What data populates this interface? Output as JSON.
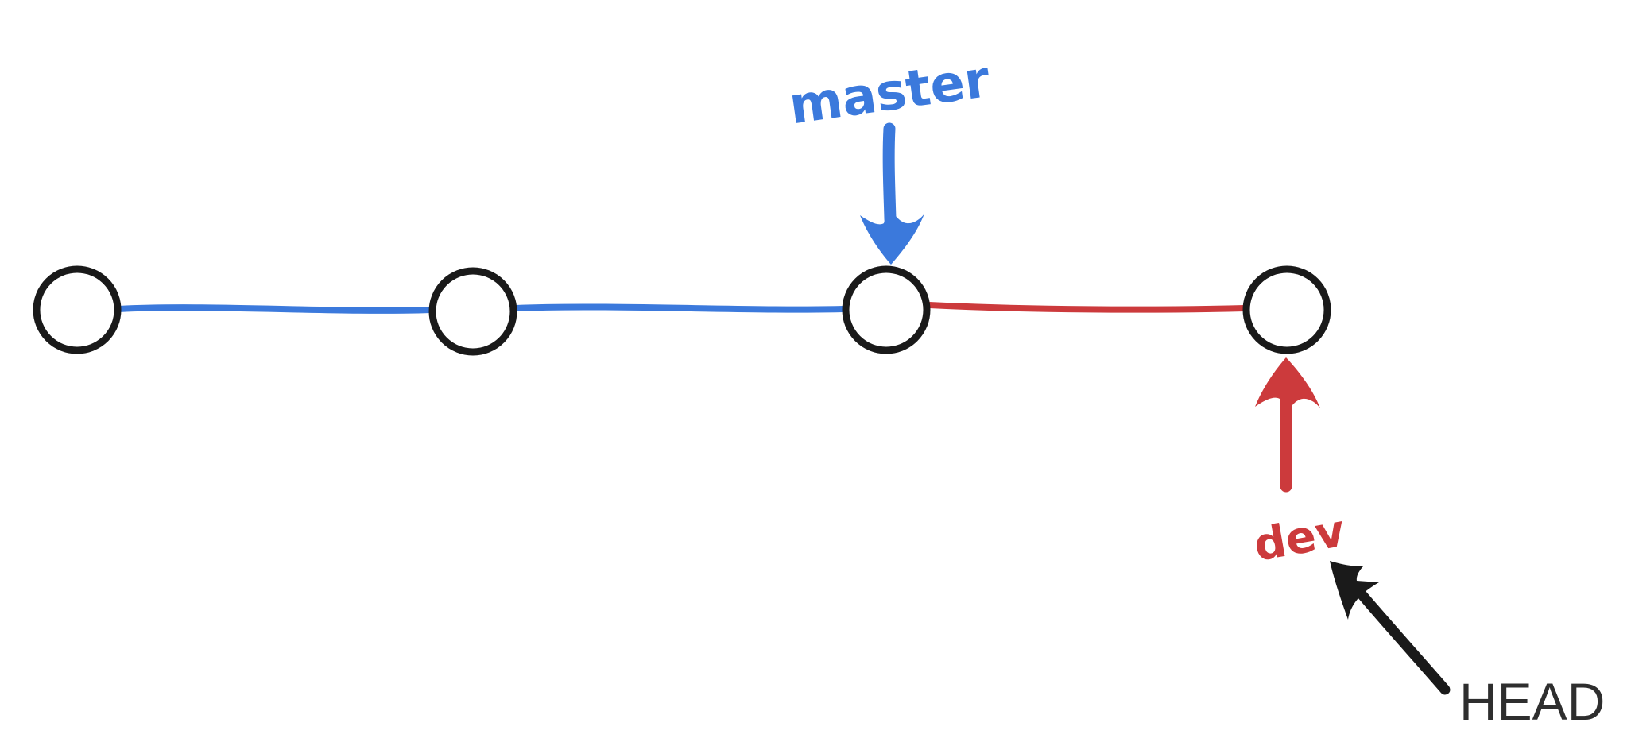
{
  "diagram": {
    "type": "git-branch-diagram",
    "background": "#ffffff",
    "colors": {
      "master": "#3b79dc",
      "dev": "#cc3a3c",
      "node_outline": "#1a1a1a",
      "head": "#2e2e2e"
    },
    "labels": {
      "master": "master",
      "dev": "dev",
      "head": "HEAD"
    },
    "commits": [
      {
        "id": "commit-1",
        "branch": "master"
      },
      {
        "id": "commit-2",
        "branch": "master"
      },
      {
        "id": "commit-3",
        "branch": "master",
        "pointed_to_by": "master"
      },
      {
        "id": "commit-4",
        "branch": "dev",
        "pointed_to_by": "dev"
      }
    ],
    "head_points_to": "dev"
  }
}
